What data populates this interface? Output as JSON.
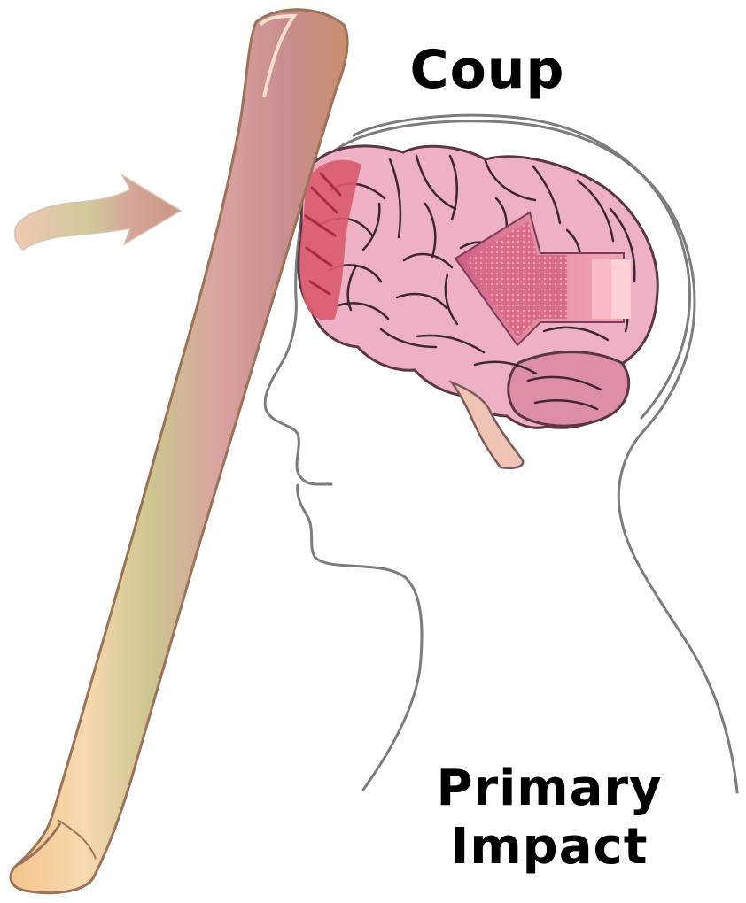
{
  "labels": {
    "top": "Coup",
    "bottom_line1": "Primary",
    "bottom_line2": "Impact"
  },
  "colors": {
    "bat_light": "#f6d3a5",
    "bat_stripe_green": "#c7c48f",
    "bat_stripe_pink": "#c98d8f",
    "bat_edge": "#c89a67",
    "brain_fill": "#efb3c8",
    "brain_line": "#5a3a48",
    "impact_red": "#d95b6b",
    "arrow_pink": "#e48c9a",
    "outline_gray": "#8a8a8a"
  },
  "icons": {
    "motion_arrow": "curved-arrow-icon",
    "force_arrow": "right-arrow-icon"
  }
}
